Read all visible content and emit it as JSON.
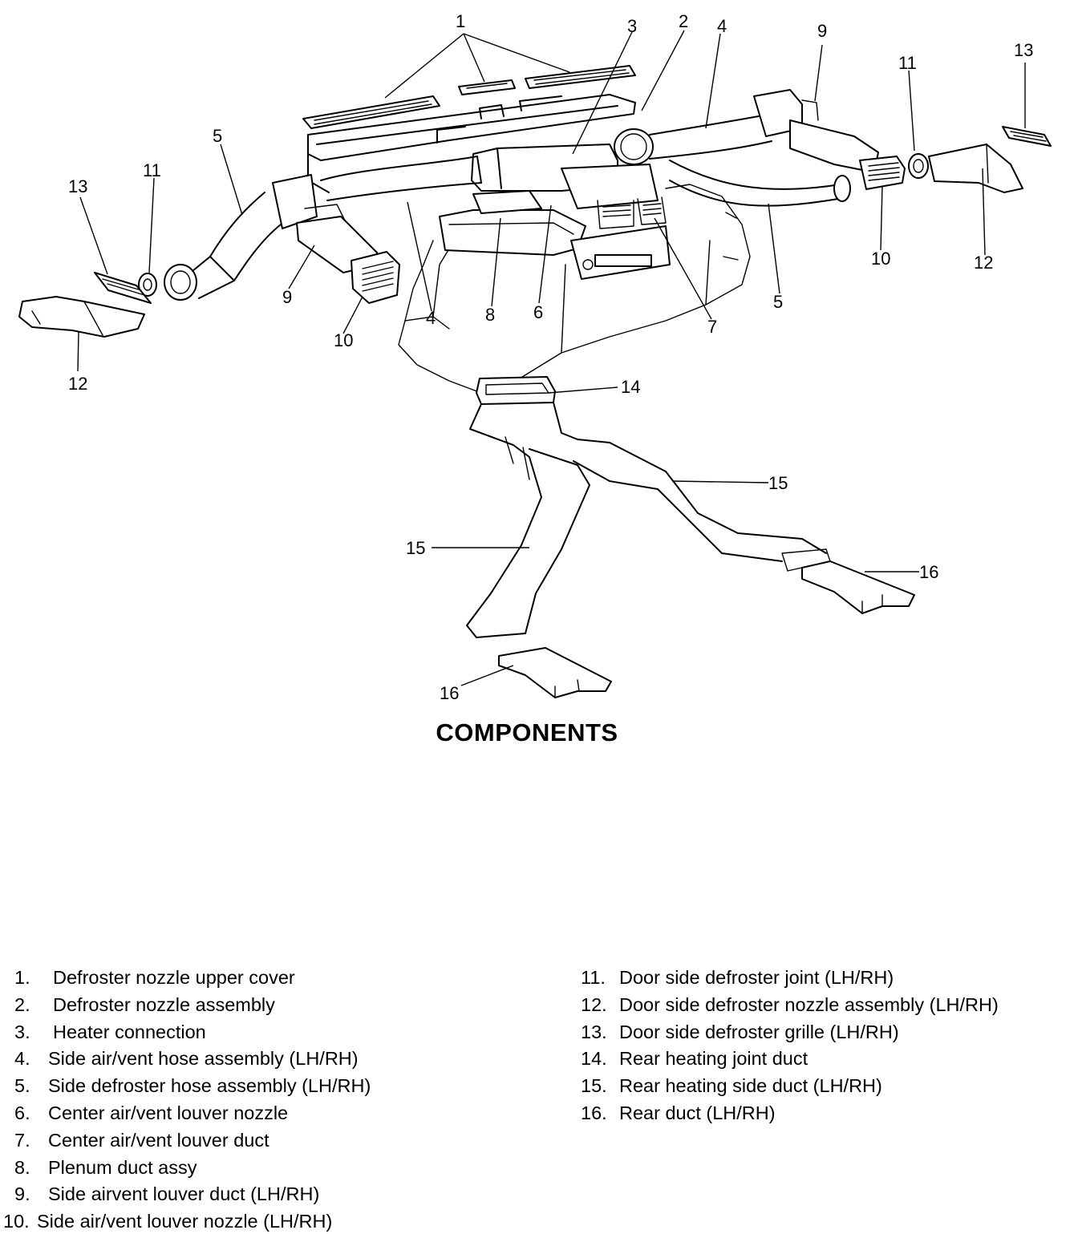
{
  "diagram": {
    "title": "COMPONENTS",
    "callout_labels": {
      "c1": "1",
      "c2": "2",
      "c3": "3",
      "c4a": "4",
      "c4b": "4",
      "c5a": "5",
      "c5b": "5",
      "c6": "6",
      "c7": "7",
      "c8": "8",
      "c9a": "9",
      "c9b": "9",
      "c10a": "10",
      "c10b": "10",
      "c11a": "11",
      "c11b": "11",
      "c12a": "12",
      "c12b": "12",
      "c13a": "13",
      "c13b": "13",
      "c14": "14",
      "c15a": "15",
      "c15b": "15",
      "c16a": "16",
      "c16b": "16"
    }
  },
  "legend": {
    "left": [
      {
        "num": "1.",
        "label": "Defroster nozzle upper cover"
      },
      {
        "num": "2.",
        "label": "Defroster nozzle assembly"
      },
      {
        "num": "3.",
        "label": "Heater connection"
      },
      {
        "num": "4.",
        "label": "Side air/vent hose assembly (LH/RH)"
      },
      {
        "num": "5.",
        "label": "Side defroster hose assembly (LH/RH)"
      },
      {
        "num": "6.",
        "label": "Center air/vent louver nozzle"
      },
      {
        "num": "7.",
        "label": "Center air/vent louver duct"
      },
      {
        "num": "8.",
        "label": "Plenum duct assy"
      },
      {
        "num": "9.",
        "label": "Side airvent louver duct (LH/RH)"
      },
      {
        "num": "10.",
        "label": "Side air/vent louver nozzle (LH/RH)"
      }
    ],
    "right": [
      {
        "num": "11.",
        "label": "Door side defroster joint (LH/RH)"
      },
      {
        "num": "12.",
        "label": "Door side defroster nozzle assembly (LH/RH)"
      },
      {
        "num": "13.",
        "label": "Door side defroster grille (LH/RH)"
      },
      {
        "num": "14.",
        "label": "Rear heating joint duct"
      },
      {
        "num": "15.",
        "label": "Rear heating side duct (LH/RH)"
      },
      {
        "num": "16.",
        "label": "Rear duct (LH/RH)"
      }
    ]
  }
}
